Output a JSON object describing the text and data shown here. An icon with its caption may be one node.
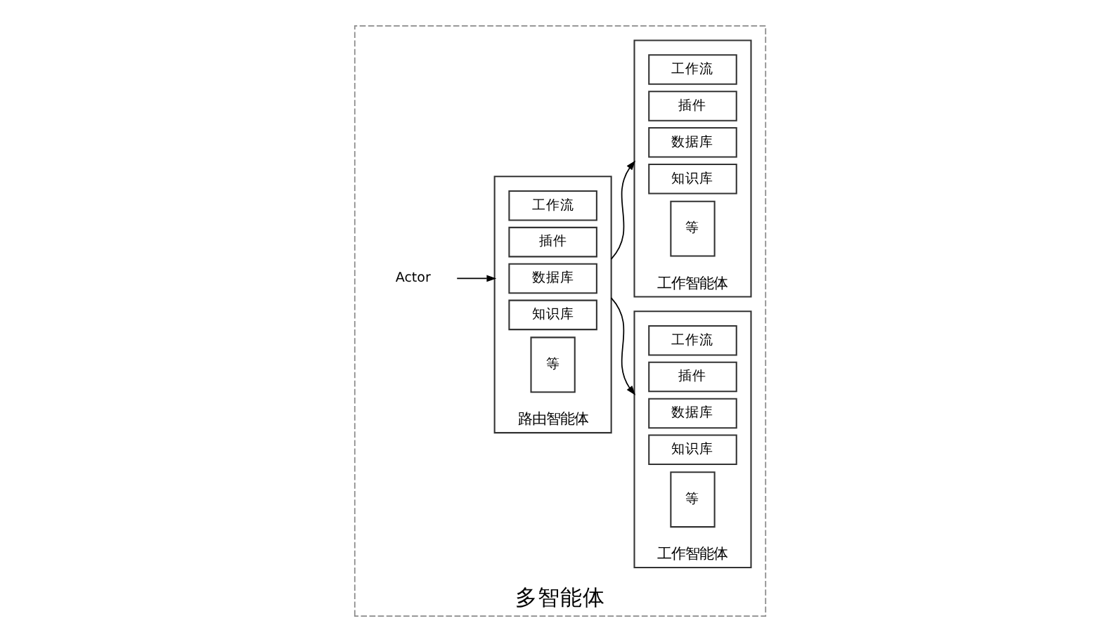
{
  "diagram": {
    "nodes": [
      {
        "text": [
          "多智能体"
        ]
      },
      {
        "text": [
          "Actor"
        ],
        "in": 0
      },
      {
        "text": [
          "路由智能体"
        ],
        "in": 0
      },
      {
        "text": [
          "工作流"
        ],
        "in": 2
      },
      {
        "text": [
          "插件"
        ],
        "in": 2
      },
      {
        "text": [
          "数据库"
        ],
        "in": 2
      },
      {
        "text": [
          "知识库"
        ],
        "in": 2
      },
      {
        "text": [
          "等"
        ],
        "in": 2
      },
      {
        "text": [
          "工作智能体"
        ],
        "in": 0
      },
      {
        "text": [
          "工作流"
        ],
        "in": 8
      },
      {
        "text": [
          "插件"
        ],
        "in": 8
      },
      {
        "text": [
          "数据库"
        ],
        "in": 8
      },
      {
        "text": [
          "知识库"
        ],
        "in": 8
      },
      {
        "text": [
          "等"
        ],
        "in": 8
      },
      {
        "text": [
          "工作智能体"
        ],
        "in": 0
      },
      {
        "text": [
          "工作流"
        ],
        "in": 14
      },
      {
        "text": [
          "插件"
        ],
        "in": 14
      },
      {
        "text": [
          "数据库"
        ],
        "in": 14
      },
      {
        "text": [
          "知识库"
        ],
        "in": 14
      },
      {
        "text": [
          "等"
        ],
        "in": 14
      }
    ],
    "edges": [
      {
        "from": 1,
        "to": 2,
        "arrow": "to"
      },
      {
        "from": 2,
        "to": 8,
        "arrow": "to"
      },
      {
        "from": 2,
        "to": 14,
        "arrow": "to"
      }
    ]
  }
}
